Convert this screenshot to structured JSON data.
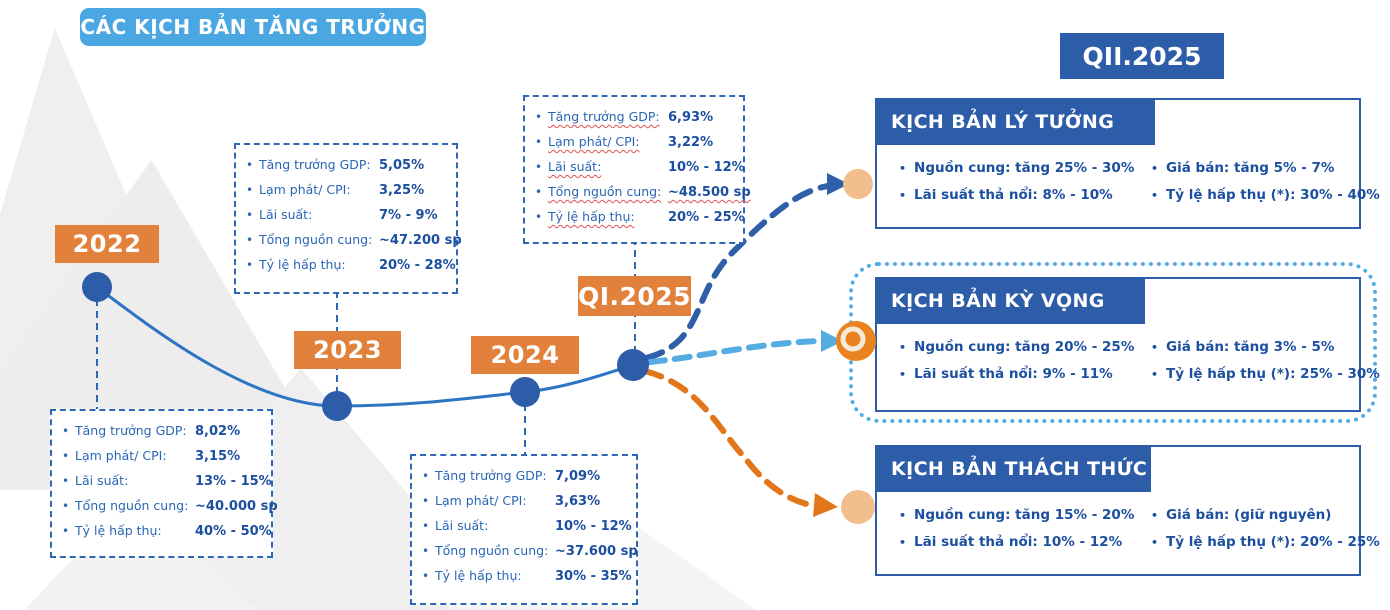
{
  "title": "CÁC KỊCH BẢN TĂNG TRƯỞNG",
  "quarter_label": "QII.2025",
  "colors": {
    "accent_orange": "#E2813B",
    "accent_blue_dark": "#2D5CA8",
    "accent_blue_light": "#4BA7E2",
    "text_blue": "#1C4FA0",
    "curve_blue": "#2E74C4",
    "arrow_dark_blue": "#2E5FA8",
    "arrow_light_blue": "#55ACE3",
    "arrow_orange": "#E2761B",
    "endpoint_peach": "#F2BE8E"
  },
  "timeline": [
    {
      "year": "2022",
      "metrics": [
        {
          "label": "Tăng trưởng GDP:",
          "value": "8,02%"
        },
        {
          "label": "Lạm phát/ CPI:",
          "value": "3,15%"
        },
        {
          "label": "Lãi suất:",
          "value": "13% - 15%"
        },
        {
          "label": "Tổng nguồn cung:",
          "value": "~40.000 sp"
        },
        {
          "label": "Tỷ lệ hấp thụ:",
          "value": "40% - 50%"
        }
      ]
    },
    {
      "year": "2023",
      "metrics": [
        {
          "label": "Tăng trưởng GDP:",
          "value": "5,05%"
        },
        {
          "label": "Lạm phát/ CPI:",
          "value": "3,25%"
        },
        {
          "label": "Lãi suất:",
          "value": "7% - 9%"
        },
        {
          "label": "Tổng nguồn cung:",
          "value": "~47.200 sp"
        },
        {
          "label": "Tỷ lệ hấp thụ:",
          "value": "20% - 28%"
        }
      ]
    },
    {
      "year": "2024",
      "metrics": [
        {
          "label": "Tăng trưởng GDP:",
          "value": "7,09%"
        },
        {
          "label": "Lạm phát/ CPI:",
          "value": "3,63%"
        },
        {
          "label": "Lãi suất:",
          "value": "10% - 12%"
        },
        {
          "label": "Tổng nguồn cung:",
          "value": "~37.600 sp"
        },
        {
          "label": "Tỷ lệ hấp thụ:",
          "value": "30% - 35%"
        }
      ]
    },
    {
      "year": "QI.2025",
      "metrics": [
        {
          "label": "Tăng trưởng GDP:",
          "value": "6,93%"
        },
        {
          "label": "Lạm phát/ CPI:",
          "value": "3,22%"
        },
        {
          "label": "Lãi suất:",
          "value": "10% - 12%"
        },
        {
          "label": "Tổng nguồn cung:",
          "value": "~48.500 sp"
        },
        {
          "label": "Tỷ lệ hấp thụ:",
          "value": "20% - 25%"
        }
      ]
    }
  ],
  "scenarios": [
    {
      "title": "KỊCH BẢN LÝ TƯỞNG",
      "bullets": [
        "Nguồn cung: tăng 25% - 30%",
        "Lãi suất thả nổi: 8% - 10%",
        "Giá bán: tăng 5% - 7%",
        "Tỷ lệ hấp thụ (*): 30% - 40%"
      ]
    },
    {
      "title": "KỊCH BẢN KỲ VỌNG",
      "bullets": [
        "Nguồn cung: tăng 20% - 25%",
        "Lãi suất thả nổi: 9% - 11%",
        "Giá bán: tăng 3% - 5%",
        "Tỷ lệ hấp thụ (*): 25% - 30%"
      ]
    },
    {
      "title": "KỊCH BẢN THÁCH THỨC",
      "bullets": [
        "Nguồn cung: tăng 15% - 20%",
        "Lãi suất thả nổi: 10% - 12%",
        "Giá bán: (giữ nguyên)",
        "Tỷ lệ hấp thụ (*): 20% - 25%"
      ]
    }
  ]
}
